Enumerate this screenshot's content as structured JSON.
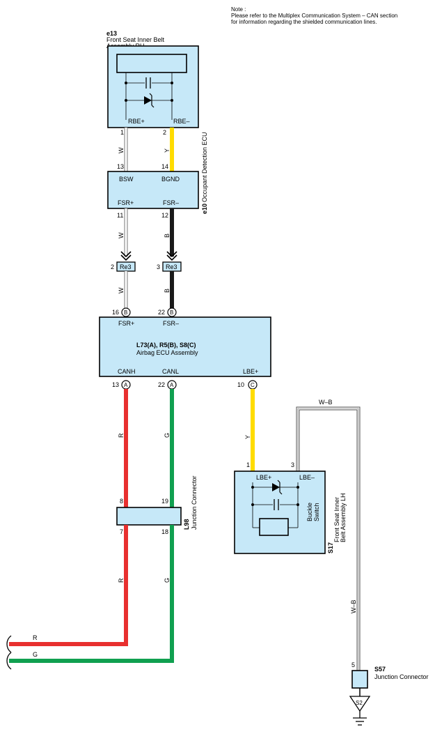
{
  "note": {
    "line1": "Note :",
    "line2": "Please refer to the Multiplex Communication System – CAN section",
    "line3": "for information regarding the shielded communication lines."
  },
  "e13": {
    "code": "e13",
    "name1": "Front Seat Inner Belt",
    "name2": "Assembly RH",
    "pin_left": "RBE+",
    "pin_right": "RBE–",
    "pin_left_num": "1",
    "pin_right_num": "2"
  },
  "e10": {
    "code": "e10",
    "name": "Occupant Detection ECU",
    "pin_tl": "BSW",
    "pin_tr": "BGND",
    "pin_bl": "FSR+",
    "pin_br": "FSR–",
    "num_tl": "13",
    "num_tr": "14",
    "num_bl": "11",
    "num_br": "12"
  },
  "re3": {
    "label": "Re3",
    "num_left": "2",
    "num_right": "3"
  },
  "airbag": {
    "codes": "L73(A), R5(B), S8(C)",
    "name": "Airbag ECU Assembly",
    "pin_fsr_plus": "FSR+",
    "pin_fsr_minus": "FSR–",
    "pin_canh": "CANH",
    "pin_canl": "CANL",
    "pin_lbe": "LBE+",
    "num_fsr_plus": "16",
    "num_fsr_minus": "22",
    "num_canh": "13",
    "num_canl": "22",
    "num_lbe": "10",
    "conn_b": "B",
    "conn_a": "A",
    "conn_c": "C"
  },
  "l98": {
    "code": "L98",
    "name": "Junction Connector",
    "num_tl": "8",
    "num_tr": "19",
    "num_bl": "7",
    "num_br": "18"
  },
  "s17": {
    "code": "S17",
    "name1": "Front Seat Inner",
    "name2": "Belt Assembly LH",
    "pin_left": "LBE+",
    "pin_right": "LBE–",
    "num_left": "1",
    "num_right": "3",
    "switch1": "Buckle",
    "switch2": "Switch"
  },
  "s57": {
    "code": "S57",
    "name": "Junction Connector",
    "num": "5"
  },
  "ground": {
    "label": "S2"
  },
  "wires": {
    "w": "W",
    "y": "Y",
    "b": "B",
    "r": "R",
    "g": "G",
    "wb": "W–B"
  },
  "colors": {
    "component_fill": "#c6e8f8",
    "yellow": "#ffdc00",
    "red": "#e8302f",
    "green": "#10a050",
    "black": "#1a1a1a",
    "white_wire_outline": "#777777"
  }
}
